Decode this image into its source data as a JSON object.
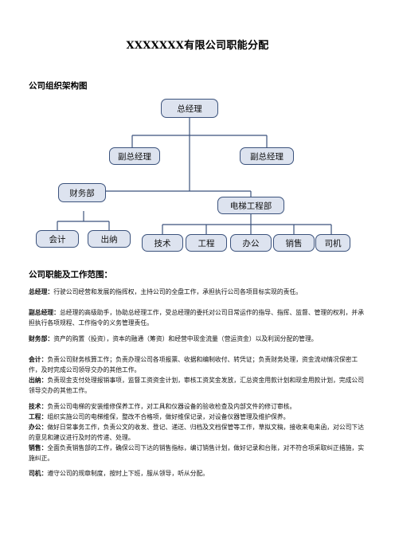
{
  "title": "XXXXXXX有限公司职能分配",
  "org_heading": "公司组织架构图",
  "org": {
    "gm": "总经理",
    "deputy_left": "副总经理",
    "deputy_right": "副总经理",
    "finance": "财务部",
    "elevator": "电梯工程部",
    "accounting": "会计",
    "cashier": "出纳",
    "tech": "技术",
    "engineering": "工程",
    "office": "办公",
    "sales": "销售",
    "driver": "司机"
  },
  "duties_heading": "公司职能及工作范围：",
  "duties": {
    "gm": {
      "label": "总经理：",
      "text": "行驶公司经营和发展的指挥权，主持公司的全盘工作，承担执行公司各项目标实现的责任。"
    },
    "deputy": {
      "label": "副总经理：",
      "text": "总经理的高级助手，协助总经理工作，受总经理的委托对公司日常运作的指导、指挥、监督、管理的权利，并承担执行各项规程、工作指令的义务管理责任。"
    },
    "finance": {
      "label": "财务部：",
      "text": "资产的购置（投资），资本的融通（筹资）和经营中现金流量（营运资金）以及利润分配的管理。"
    },
    "accounting": {
      "label": "会计：",
      "text": "负责公司财务核算工作；负责办理公司各项报票、收据和编制收付、转凭证；负责财务处理，资金流动情况保密工作，及时完成公司领导交办的其他工作。"
    },
    "cashier": {
      "label": "出纳：",
      "text": "负责现金支付处理报销事项，监督工资资金计划，审核工资奖金发放，汇总资金用款计划和现金用款计划，完成公司领导交办的其他工作。"
    },
    "tech": {
      "label": "技术：",
      "text": "负责公司电梯的安装维修保养工作，对工具和仪器设备的验收检查及内部文件的修订审核。"
    },
    "engineering": {
      "label": "工程：",
      "text": "组织实施公司的电梯维保，整改不合格项，做好维保记录，对设备仪器管理及维护保养。"
    },
    "office": {
      "label": "办公：",
      "text": "做好日常事务工作，负责公文的收发、登记、递送、归档及文档保管等工作，草拟文稿，接收来电来函，对公司下达的意见和建议进行及时的传递、处理。"
    },
    "sales": {
      "label": "销售：",
      "text": "全面负责销售部的工作，确保公司下达的销售指标，编订销售计划，做好记录和台账，对不符合项采取纠正措施，实施纠正。"
    },
    "driver": {
      "label": "司机：",
      "text": "遵守公司的规章制度，按时上下班，服从领导，听从分配。"
    }
  },
  "colors": {
    "box_fill": "#dde3ef",
    "box_border": "#3b527c",
    "line": "#3b527c"
  }
}
